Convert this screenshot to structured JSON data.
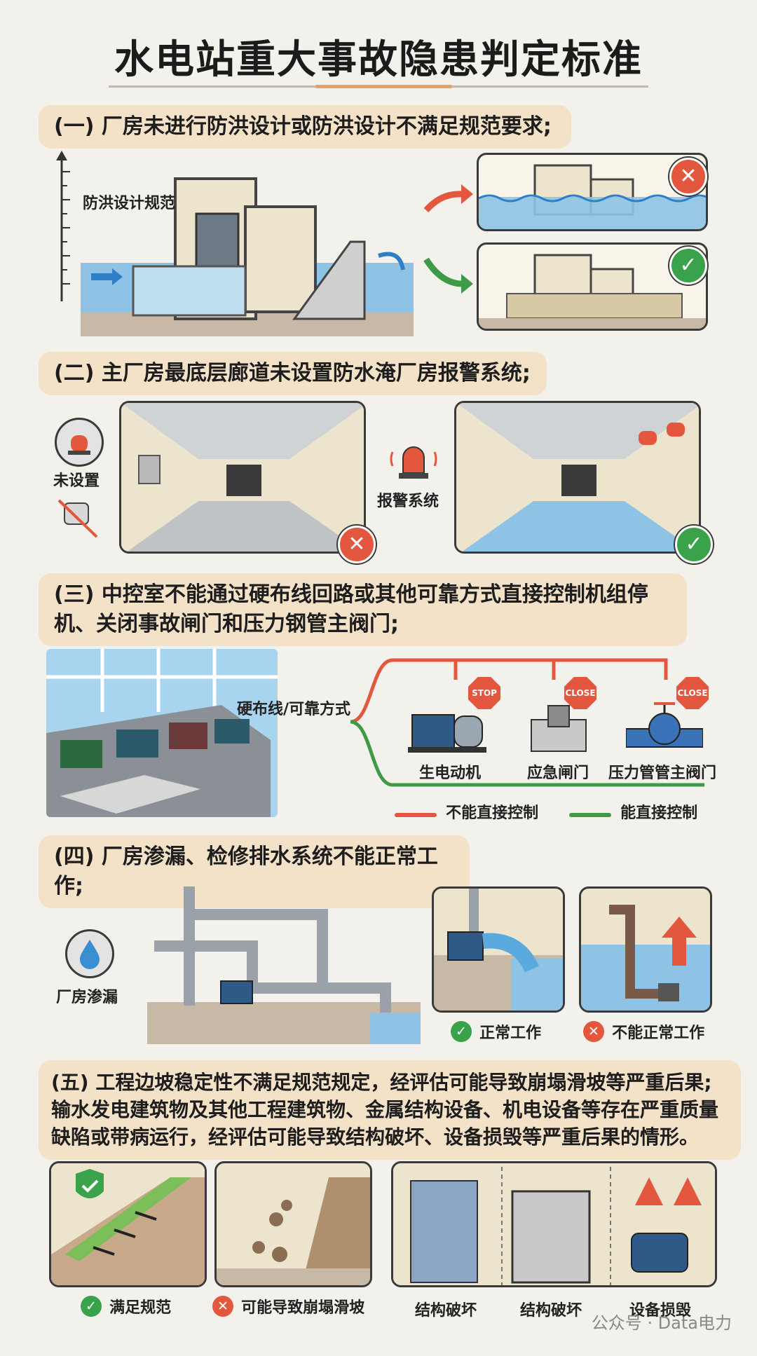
{
  "title": "水电站重大事故隐患判定标准",
  "sections": [
    {
      "id": 1,
      "heading": "(一) 厂房未进行防洪设计或防洪设计不满足规范要求;",
      "labels": {
        "flood_standard": "防洪设计规范"
      }
    },
    {
      "id": 2,
      "heading": "(二) 主厂房最底层廊道未设置防水淹厂房报警系统;",
      "labels": {
        "not_set": "未设置",
        "alarm_system": "报警系统"
      }
    },
    {
      "id": 3,
      "heading": "(三) 中控室不能通过硬布线回路或其他可靠方式直接控制机组停机、关闭事故闸门和压力钢管主阀门;",
      "labels": {
        "hardwire": "硬布线/可靠方式",
        "generator": "生电动机",
        "emergency_gate": "应急闸门",
        "penstock_valve": "压力管管主阀门",
        "stop": "STOP",
        "close": "CLOSE",
        "legend_cannot": "不能直接控制",
        "legend_can": "能直接控制"
      },
      "colors": {
        "cannot": "#e3573e",
        "can": "#3f9a48"
      }
    },
    {
      "id": 4,
      "heading": "(四) 厂房渗漏、检修排水系统不能正常工作;",
      "labels": {
        "leak": "厂房渗漏",
        "normal": "正常工作",
        "abnormal": "不能正常工作"
      }
    },
    {
      "id": 5,
      "heading": "(五) 工程边坡稳定性不满足规范规定，经评估可能导致崩塌滑坡等严重后果;输水发电建筑物及其他工程建筑物、金属结构设备、机电设备等存在严重质量缺陷或带病运行，经评估可能导致结构破坏、设备损毁等严重后果的情形。",
      "labels": {
        "meets": "满足规范",
        "may_collapse": "可能导致崩塌滑坡",
        "structure_damage_1": "结构破坏",
        "structure_damage_2": "结构破坏",
        "equipment_damage": "设备损毁"
      }
    }
  ],
  "watermark": "公众号 · Data电力"
}
